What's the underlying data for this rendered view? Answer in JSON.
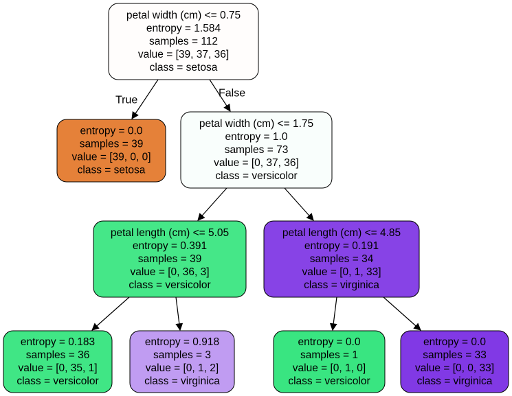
{
  "tree": {
    "nodes": [
      {
        "id": "root",
        "color": "#fffdfc",
        "lines": [
          "petal width (cm) <= 0.75",
          "entropy = 1.584",
          "samples = 112",
          "value = [39, 37, 36]",
          "class = setosa"
        ]
      },
      {
        "id": "left-1",
        "color": "#e58139",
        "lines": [
          "entropy = 0.0",
          "samples = 39",
          "value = [39, 0, 0]",
          "class = setosa"
        ]
      },
      {
        "id": "right-1",
        "color": "#f9fefc",
        "lines": [
          "petal width (cm) <= 1.75",
          "entropy = 1.0",
          "samples = 73",
          "value = [0, 37, 36]",
          "class = versicolor"
        ]
      },
      {
        "id": "left-2",
        "color": "#45e788",
        "lines": [
          "petal length (cm) <= 5.05",
          "entropy = 0.391",
          "samples = 39",
          "value = [0, 36, 3]",
          "class = versicolor"
        ]
      },
      {
        "id": "right-2",
        "color": "#8743e6",
        "lines": [
          "petal length (cm) <= 4.85",
          "entropy = 0.191",
          "samples = 34",
          "value = [0, 1, 33]",
          "class = virginica"
        ]
      },
      {
        "id": "leaf-1",
        "color": "#40e685",
        "lines": [
          "entropy = 0.183",
          "samples = 36",
          "value = [0, 35, 1]",
          "class = versicolor"
        ]
      },
      {
        "id": "leaf-2",
        "color": "#c09cf2",
        "lines": [
          "entropy = 0.918",
          "samples = 3",
          "value = [0, 1, 2]",
          "class = virginica"
        ]
      },
      {
        "id": "leaf-3",
        "color": "#39e581",
        "lines": [
          "entropy = 0.0",
          "samples = 1",
          "value = [0, 1, 0]",
          "class = versicolor"
        ]
      },
      {
        "id": "leaf-4",
        "color": "#8139e5",
        "lines": [
          "entropy = 0.0",
          "samples = 33",
          "value = [0, 0, 33]",
          "class = virginica"
        ]
      }
    ],
    "edges": [
      {
        "from": "root",
        "to": "left-1",
        "label": "True"
      },
      {
        "from": "root",
        "to": "right-1",
        "label": "False"
      },
      {
        "from": "right-1",
        "to": "left-2",
        "label": ""
      },
      {
        "from": "right-1",
        "to": "right-2",
        "label": ""
      },
      {
        "from": "left-2",
        "to": "leaf-1",
        "label": ""
      },
      {
        "from": "left-2",
        "to": "leaf-2",
        "label": ""
      },
      {
        "from": "right-2",
        "to": "leaf-3",
        "label": ""
      },
      {
        "from": "right-2",
        "to": "leaf-4",
        "label": ""
      }
    ]
  }
}
